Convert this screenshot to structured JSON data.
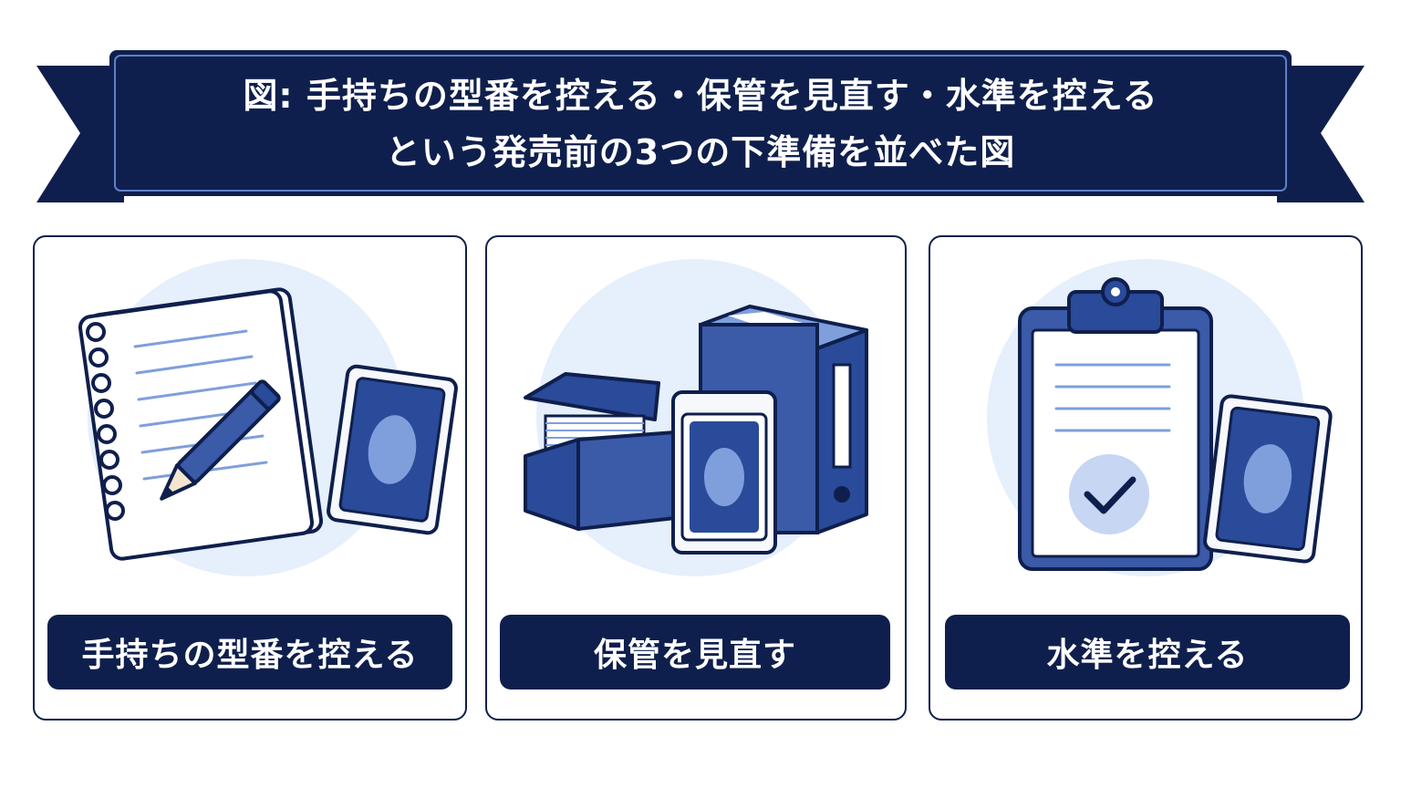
{
  "title": {
    "line1": "図: 手持ちの型番を控える・保管を見直す・水準を控える",
    "line2": "という発売前の3つの下準備を並べた図"
  },
  "panels": [
    {
      "label": "手持ちの型番を控える",
      "icons": [
        "notebook-icon",
        "pencil-icon",
        "trading-card-icon"
      ]
    },
    {
      "label": "保管を見直す",
      "icons": [
        "card-storage-box-icon",
        "binder-icon",
        "sleeved-card-icon"
      ]
    },
    {
      "label": "水準を控える",
      "icons": [
        "clipboard-icon",
        "checkmark-icon",
        "trading-card-icon"
      ]
    }
  ],
  "colors": {
    "navy": "#0f1f4d",
    "primary_blue": "#3b5aa8",
    "light_blue": "#e6effc",
    "card_blue": "#2a4a9a",
    "card_oval": "#7f9fdc"
  }
}
